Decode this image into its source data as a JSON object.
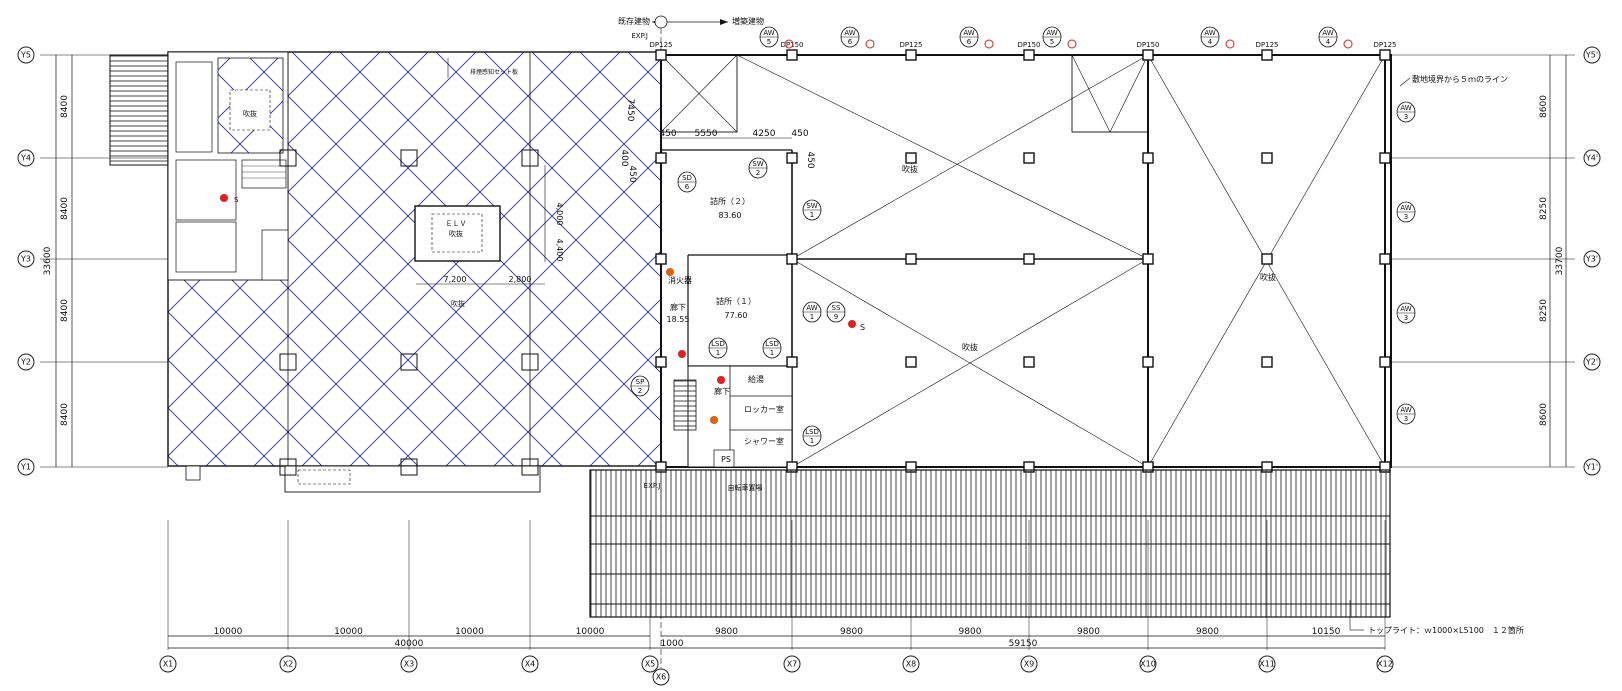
{
  "header": {
    "existing_label": "既存建物",
    "extension_label": "増築建物",
    "exp_joint": "EXP.J"
  },
  "grid": {
    "x_axes": [
      "X1",
      "X2",
      "X3",
      "X4",
      "X5",
      "X6",
      "X7",
      "X8",
      "X9",
      "X10",
      "X11",
      "X12"
    ],
    "y_axes_left": [
      "Y5",
      "Y4",
      "Y3",
      "Y2",
      "Y1"
    ],
    "y_axes_right": [
      "Y5'",
      "Y4'",
      "Y3'",
      "Y2'",
      "Y1'"
    ]
  },
  "dimensions": {
    "left_spans": [
      "10000",
      "10000",
      "10000",
      "10000"
    ],
    "left_total": "40000",
    "right_spans": [
      "9800",
      "9800",
      "9800",
      "9800",
      "9800",
      "10150"
    ],
    "right_total": "59150",
    "joint_gap": "1000",
    "left_vertical": [
      "8400",
      "8400",
      "8400",
      "8400"
    ],
    "left_vertical_total": "33600",
    "right_vertical": [
      "8600",
      "8250",
      "8250",
      "8600"
    ],
    "right_vertical_total": "33700",
    "opening_width": "7,200",
    "opening_width2": "2,800",
    "opening_depth": "4,400",
    "opening_depth2": "4,000",
    "room_dims": [
      "450",
      "5550",
      "4250",
      "450"
    ],
    "side_dim": "7450",
    "small_dims": [
      "450",
      "400",
      "450"
    ]
  },
  "rooms": {
    "office2_name": "詰所（２）",
    "office2_area": "83.60",
    "office1_name": "詰所（１）",
    "office1_area": "77.60",
    "corridor_name": "廊下",
    "corridor_area": "18.55",
    "corridor2": "廊下",
    "locker": "ロッカー室",
    "shower": "シャワー室",
    "kyuto": "給湯",
    "ps": "PS",
    "extinguisher": "消火器",
    "void": "吹抜",
    "elv": "ＥＬＶ",
    "elv_void": "吹抜",
    "void_tags": [
      "吹抜",
      "吹抜",
      "吹抜",
      "吹抜",
      "吹抜"
    ]
  },
  "downpipes": [
    "DP125",
    "DP150",
    "DP125",
    "DP150",
    "DP150",
    "DP125",
    "DP125"
  ],
  "tags": {
    "aw_top": [
      [
        "AW",
        "5"
      ],
      [
        "AW",
        "6"
      ],
      [
        "AW",
        "6"
      ],
      [
        "AW",
        "5"
      ],
      [
        "AW",
        "4"
      ],
      [
        "AW",
        "4"
      ]
    ],
    "aw_right": [
      [
        "AW",
        "3"
      ],
      [
        "AW",
        "3"
      ],
      [
        "AW",
        "3"
      ],
      [
        "AW",
        "3"
      ]
    ],
    "sw": [
      [
        "SW",
        "2"
      ],
      [
        "SW",
        "1"
      ]
    ],
    "sd": [
      "SD",
      "6"
    ],
    "lsd": [
      [
        "LSD",
        "1"
      ],
      [
        "LSD",
        "1"
      ],
      [
        "LSD",
        "1"
      ]
    ],
    "ss": [
      "SS",
      "9"
    ],
    "aw_mid": [
      "AW",
      "1"
    ],
    "sp": [
      "SP",
      "2"
    ]
  },
  "annotations": {
    "boundary_line": "敷地境界から５ｍのライン",
    "skylight": "トップライト：ｗ1000×L5100　１２箇所",
    "s_mark": "S",
    "s_mark2": "S",
    "sensor_note": "排煙感知セット板",
    "canopy": "自転車置場",
    "exp_small": "EXP.J",
    "left_note": "吹抜"
  },
  "colors": {
    "hatch": "#2a2ab0",
    "line": "#111111",
    "marker_red": "#e02020",
    "marker_orange": "#e06010"
  }
}
